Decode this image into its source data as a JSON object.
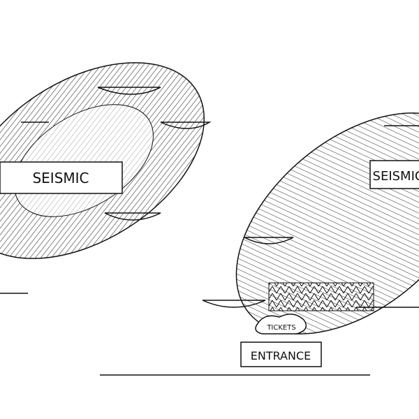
{
  "drawing": {
    "ticket_sign": "TICKETS",
    "entrance_sign": "ENTRANCE",
    "wheel_left_sign": "SEISMIC",
    "wheel_right_sign": "SEISMIC",
    "ink_color": "#111111",
    "paper_color": "#ffffff"
  }
}
